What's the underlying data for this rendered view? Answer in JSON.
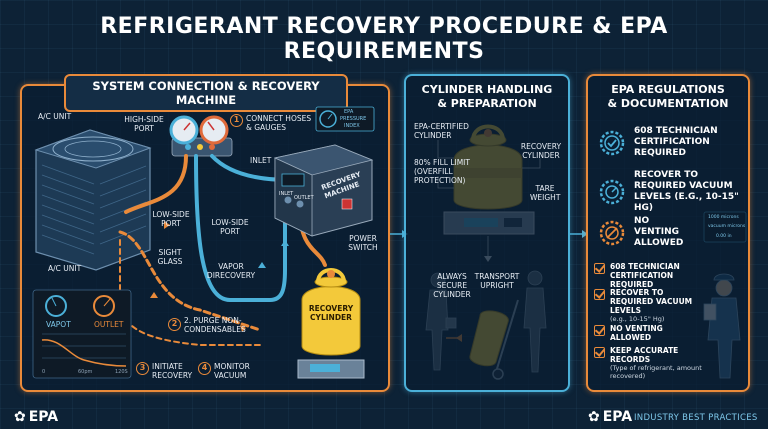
{
  "title": "REFRIGERANT RECOVERY PROCEDURE & EPA REQUIREMENTS",
  "panels": {
    "system": {
      "header": "SYSTEM CONNECTION & RECOVERY MACHINE",
      "labels": {
        "ac_unit_top": "A/C UNIT",
        "ac_unit_bottom": "A/C UNIT",
        "high_side": "HIGH-SIDE PORT",
        "low_side": "LOW-SIDE PORT",
        "sight_glass": "SIGHT GLASS",
        "inlet": "INLET",
        "low_side_2": "LOW-SIDE PORT",
        "vapor": "VAPOR DIRECOVERY",
        "power": "POWER SWITCH",
        "machine": "RECOVERY MACHINE",
        "cyl": "RECOVERY CYLINDER",
        "vapor_gauge": "VAPOT",
        "outlet_gauge": "OUTLET",
        "gauge_panel_a": "EPA",
        "gauge_panel_b": "PRESSURE",
        "gauge_panel_c": "INDEX",
        "machine_inlet": "INLET",
        "machine_outlet": "OUTLET",
        "chart_x0": "0",
        "chart_x1": "60pm",
        "chart_x2": "120S"
      },
      "steps": [
        {
          "num": "1",
          "text": "CONNECT HOSES & GAUGES"
        },
        {
          "num": "2",
          "text": "2. PURGE NON-CONDENSABLES"
        },
        {
          "num": "3",
          "text": "INITIATE RECOVERY"
        },
        {
          "num": "4",
          "text": "MONITOR VACUUM"
        }
      ]
    },
    "cylinder": {
      "header_line1": "CYLINDER HANDLING",
      "header_line2": "& PREPARATION",
      "labels": {
        "certified": "EPA-CERTIFIED CYLINDER",
        "fill": "80% FILL LIMIT (OVERFILL PROTECTION)",
        "recovery": "RECOVERY CYLINDER",
        "tare": "TARE WEIGHT",
        "secure": "ALWAYS SECURE CYLINDER",
        "transport": "TRANSPORT UPRIGHT"
      }
    },
    "epa": {
      "header_line1": "EPA REGULATIONS",
      "header_line2": "& DOCUMENTATION",
      "items": [
        {
          "icon": "certificate-gear-icon",
          "text": "608 TECHNICIAN CERTIFICATION REQUIRED"
        },
        {
          "icon": "vacuum-gear-icon",
          "text": "RECOVER TO REQUIRED VACUUM LEVELS (e.g., 10-15\" Hg)"
        },
        {
          "icon": "no-venting-icon",
          "text": "NO VENTING ALLOWED"
        }
      ],
      "gauge_small": {
        "line1": "1000 microns",
        "line2": "vacuum microns",
        "line3": "0.00 in"
      },
      "checklist": [
        {
          "text": "608 TECHNICIAN CERTIFICATION REQUIRED",
          "sub": ""
        },
        {
          "text": "RECOVER TO REQUIRED VACUUM LEVELS",
          "sub": "(e.g., 10-15\" Hg)"
        },
        {
          "text": "NO VENTING ALLOWED",
          "sub": ""
        },
        {
          "text": "KEEP ACCURATE RECORDS",
          "sub": "(Type of refrigerant, amount recovered)"
        }
      ]
    }
  },
  "footer": {
    "epa_left": "EPA",
    "epa_right": "EPA",
    "tagline": "INDUSTRY BEST PRACTICES"
  },
  "colors": {
    "background": "#0d2236",
    "orange": "#e98a3a",
    "blue": "#4bb0d8",
    "cylinder_yellow": "#f3c93a"
  }
}
